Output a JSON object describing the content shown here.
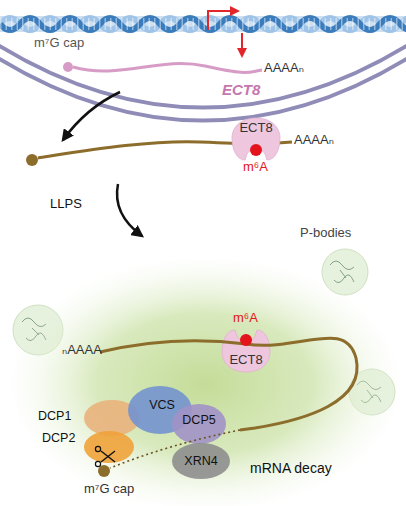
{
  "diagram": {
    "nodes": [
      {
        "text": [
          "ECT8"
        ]
      },
      {
        "text": [
          "mRNA decay"
        ]
      },
      {
        "text": [
          "ECT8"
        ],
        "in": 1
      },
      {
        "text": [
          "DCP1"
        ],
        "in": 1
      },
      {
        "text": [
          "DCP2"
        ],
        "in": 1
      },
      {
        "text": [
          "VCS"
        ],
        "in": 1
      },
      {
        "text": [
          "DCP5"
        ],
        "in": 1
      },
      {
        "text": [
          "XRN4"
        ],
        "in": 1
      }
    ],
    "labels": [
      "m⁷G cap",
      "ECT8",
      "AAAAₙ",
      "AAAAₙ",
      "m⁶A",
      "LLPS",
      "P-bodies",
      "m⁶A",
      "ₙAAAA",
      "m⁷G cap"
    ]
  }
}
